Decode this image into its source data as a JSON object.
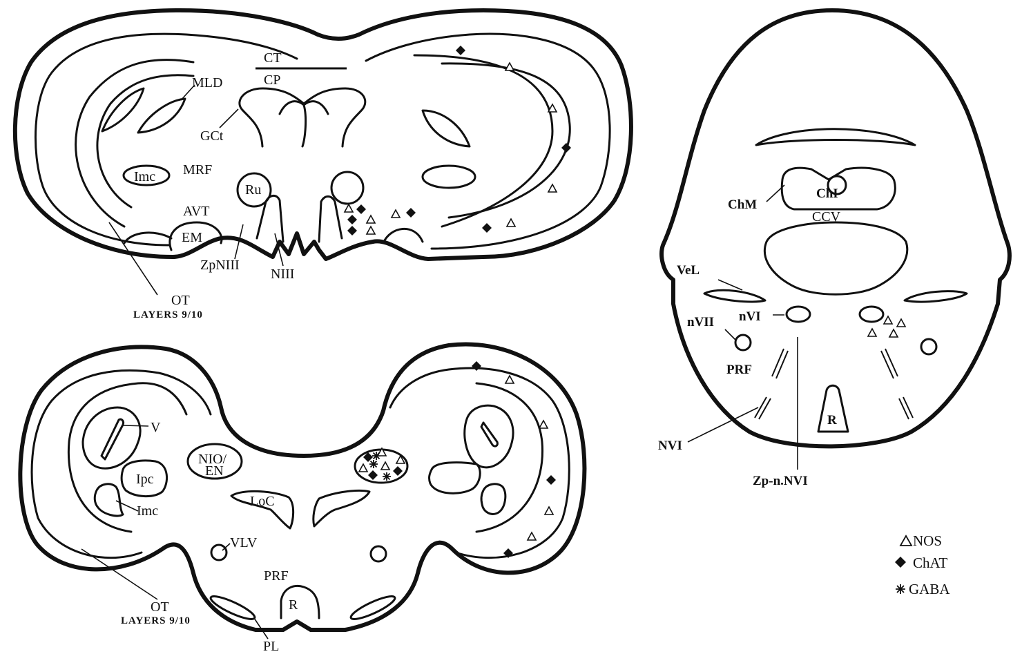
{
  "sections": {
    "upper_left": {
      "labels": {
        "ct": "CT",
        "cp": "CP",
        "mld": "MLD",
        "gct": "GCt",
        "imc": "Imc",
        "mrf": "MRF",
        "ru": "Ru",
        "avt": "AVT",
        "em": "EM",
        "zpniii": "ZpNIII",
        "niii": "NIII",
        "ot": "OT",
        "layers": "LAYERS 9/10"
      }
    },
    "lower_left": {
      "labels": {
        "v": "V",
        "nio": "NIO/",
        "en": "EN",
        "ipc": "Ipc",
        "imc": "Imc",
        "loc": "LoC",
        "vlv": "VLV",
        "prf": "PRF",
        "r": "R",
        "ot": "OT",
        "layers": "LAYERS 9/10",
        "pl": "PL"
      }
    },
    "right": {
      "labels": {
        "chm": "ChM",
        "chl": "ChI",
        "ccv": "CCV",
        "vel": "VeL",
        "nvi_nucleus": "nVI",
        "nvii": "nVII",
        "prf": "PRF",
        "r": "R",
        "nvi_nerve": "NVI",
        "zp": "Zp-n.NVI"
      }
    }
  },
  "legend": {
    "nos": "NOS",
    "chat": "ChAT",
    "gaba": "GABA"
  },
  "marker_types": [
    "triangle-open",
    "diamond-filled",
    "asterisk"
  ]
}
